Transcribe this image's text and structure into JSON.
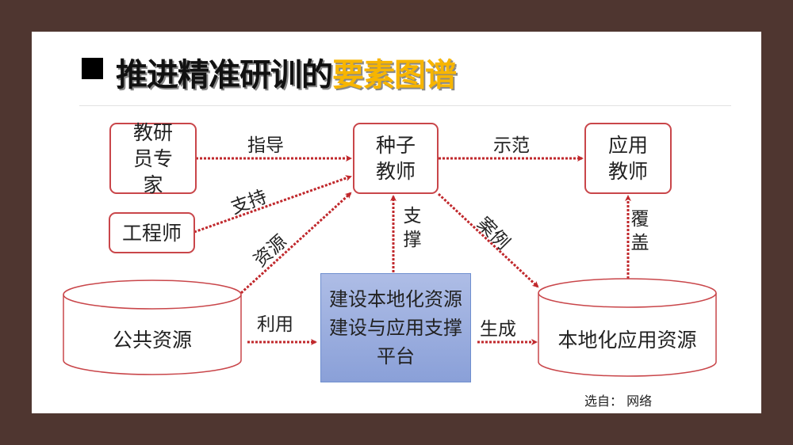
{
  "title": {
    "prefix": "推进精准研训的",
    "highlight": "要素图谱"
  },
  "nodes": {
    "experts": "教研员专家",
    "engineers": "工程师",
    "seed_teachers": "种子教师",
    "applied_teachers": "应用教师",
    "public_resources": "公共资源",
    "platform": "建设本地化资源建设与应用支撑平台",
    "local_resources": "本地化应用资源"
  },
  "edges": {
    "guide": "指导",
    "support": "支持",
    "resources": "资源",
    "support_platform": "支撑",
    "demonstrate": "示范",
    "cases": "案例",
    "cover": "覆盖",
    "use": "利用",
    "generate": "生成"
  },
  "source": "选自：  网络",
  "colors": {
    "arrow": "#c0282c",
    "box_border": "#c9464a",
    "highlight": "#f7b500",
    "platform": "#97aadc"
  }
}
